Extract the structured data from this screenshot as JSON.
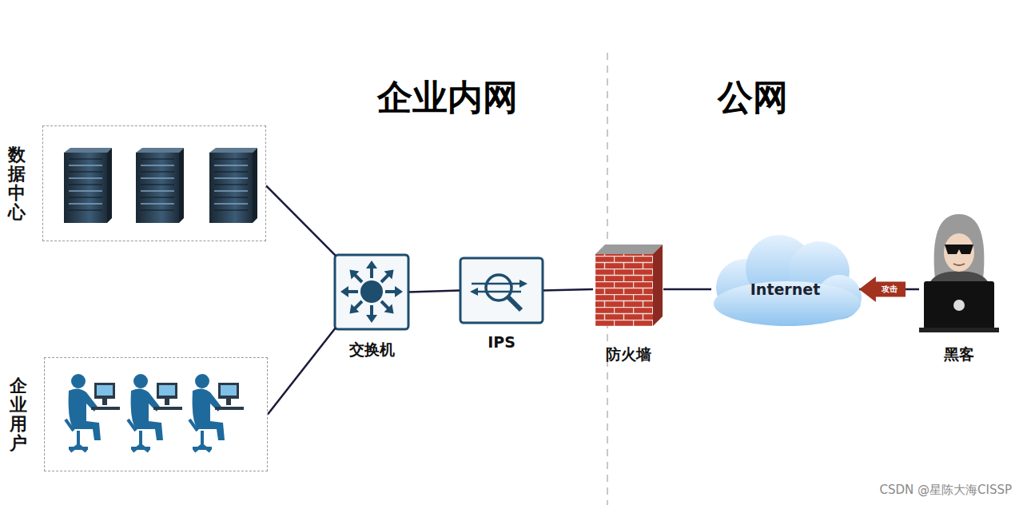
{
  "diagram": {
    "nodes": [
      {
        "text": [
          "数据中心"
        ]
      },
      {
        "text": [
          "企业用户"
        ]
      },
      {
        "text": [
          "交换机"
        ]
      },
      {
        "text": [
          "IPS"
        ]
      },
      {
        "text": [
          "防火墙"
        ]
      },
      {
        "text": [
          "Internet"
        ]
      },
      {
        "text": [
          "黑客"
        ]
      }
    ],
    "edges": [
      {
        "from": 0,
        "to": 2,
        "arrow": "none"
      },
      {
        "from": 1,
        "to": 2,
        "arrow": "none"
      },
      {
        "from": 2,
        "to": 3,
        "arrow": "none"
      },
      {
        "from": 3,
        "to": 4,
        "arrow": "none"
      },
      {
        "from": 4,
        "to": 5,
        "arrow": "none"
      },
      {
        "from": 6,
        "to": 5,
        "arrow": "to",
        "label": "攻击"
      }
    ],
    "labels": [
      "企业内网",
      "公网",
      "CSDN @星陈大海CISSP"
    ]
  }
}
